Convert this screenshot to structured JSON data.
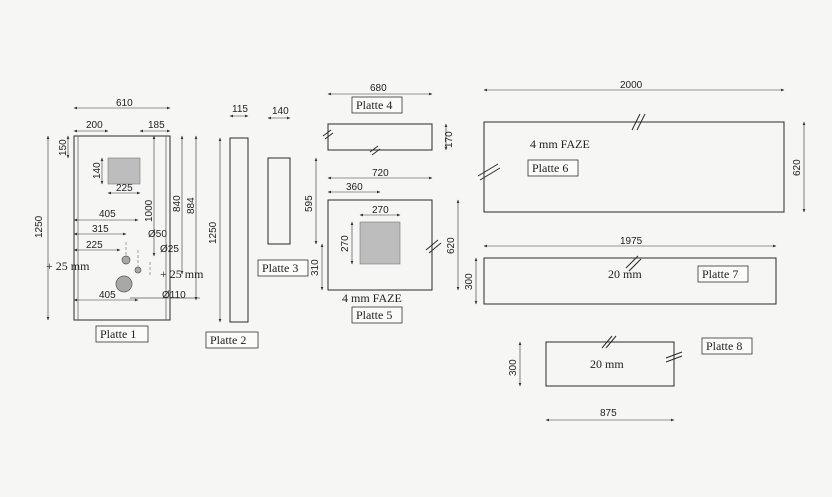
{
  "colors": {
    "paper": "#f6f6f4",
    "ink": "#2a2a2a",
    "shade": "#bdbdbd"
  },
  "p1": {
    "label": "Platte 1",
    "w": "610",
    "d200": "200",
    "d185": "185",
    "d150": "150",
    "d140": "140",
    "d225a": "225",
    "d405a": "405",
    "d315": "315",
    "d225b": "225",
    "d405b": "405",
    "h1250": "1250",
    "h1000": "1000",
    "h840": "840",
    "h884": "884",
    "o50": "Ø50",
    "o25": "Ø25",
    "o110": "Ø110",
    "plus25a": "+ 25 mm",
    "plus25b": "+ 25 mm"
  },
  "p2": {
    "label": "Platte 2",
    "w": "115",
    "h": "1250"
  },
  "p3": {
    "label": "Platte 3",
    "w": "140",
    "h": "595"
  },
  "p4": {
    "label": "Platte 4",
    "w": "680",
    "h": "170"
  },
  "p5": {
    "label": "Platte 5",
    "w": "720",
    "d360": "360",
    "d270a": "270",
    "d270b": "270",
    "d310": "310",
    "h": "620",
    "note": "4 mm FAZE"
  },
  "p6": {
    "label": "Platte 6",
    "w": "2000",
    "h": "620",
    "note": "4 mm FAZE"
  },
  "p7": {
    "label": "Platte 7",
    "w": "1975",
    "h": "300",
    "note": "20 mm"
  },
  "p8": {
    "label": "Platte 8",
    "w": "875",
    "h": "300",
    "note": "20 mm"
  }
}
